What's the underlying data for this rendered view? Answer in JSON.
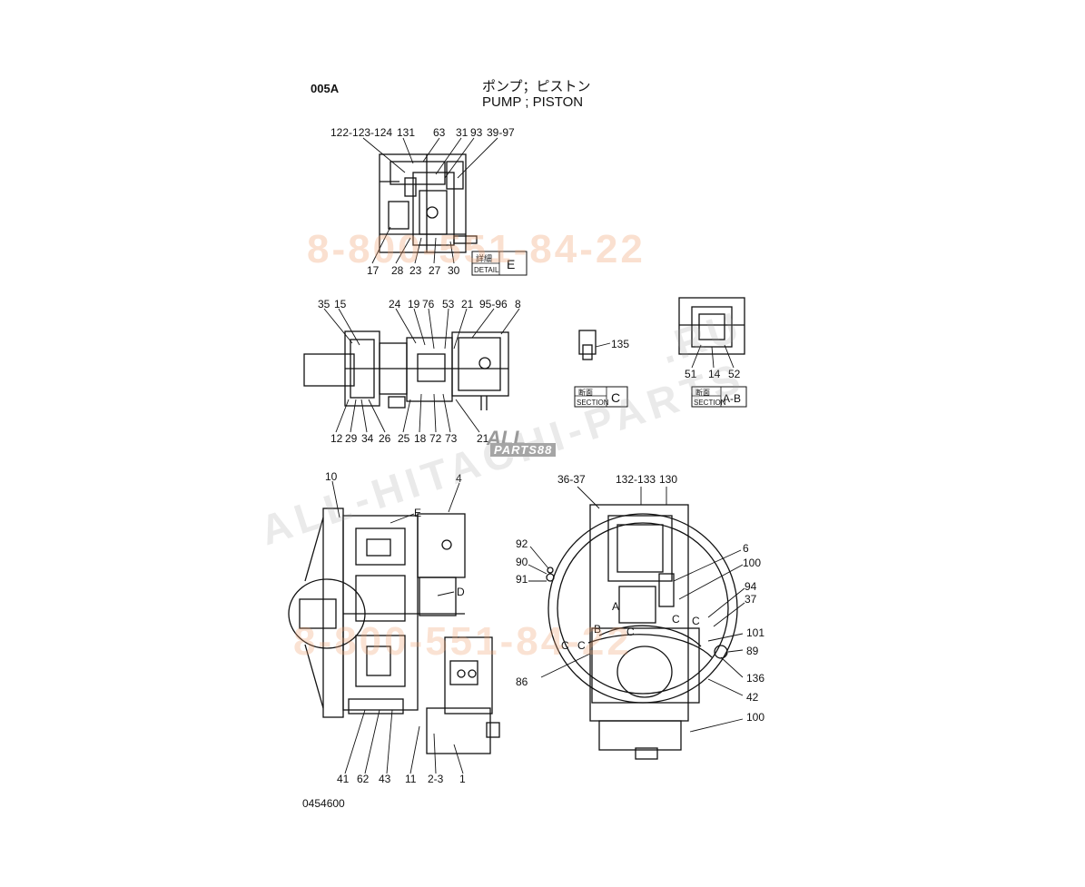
{
  "header": {
    "page_code": "005A",
    "title_jp": "ポンプ；ピストン",
    "title_en": "PUMP ; PISTON"
  },
  "drawing_number": "0454600",
  "watermarks": {
    "phone": "8-800-551-84-22",
    "site": "ALL-HITACHI-PARTS",
    ".ru": ".RU",
    "logo_top": "ALL",
    "logo_bottom": "PARTS88"
  },
  "boxes": {
    "detail_e": {
      "jp": "詳細",
      "en": "DETAIL",
      "letter": "E"
    },
    "section_c": {
      "jp": "断面",
      "en": "SECTION",
      "letter": "C"
    },
    "section_ab": {
      "jp": "断面",
      "en": "SECTION",
      "letter": "A-B"
    }
  },
  "callouts": {
    "detail_top": [
      "122-123-124",
      "131",
      "63",
      "31",
      "93",
      "39-97"
    ],
    "detail_bottom": [
      "17",
      "28",
      "23",
      "27",
      "30"
    ],
    "mid_top": [
      "35",
      "15",
      "24",
      "19",
      "76",
      "53",
      "21",
      "95-96",
      "8"
    ],
    "mid_bottom": [
      "12",
      "29",
      "34",
      "26",
      "25",
      "18",
      "72",
      "73",
      "21"
    ],
    "section_c": [
      "135"
    ],
    "section_ab": [
      "51",
      "14",
      "52"
    ],
    "side_view": [
      "10",
      "4",
      "E",
      "D",
      "41",
      "62",
      "43",
      "11",
      "2-3",
      "1"
    ],
    "front_top": [
      "36-37",
      "132-133",
      "130"
    ],
    "front_left": [
      "92",
      "90",
      "91",
      "86"
    ],
    "front_right": [
      "6",
      "100",
      "94",
      "37",
      "101",
      "89",
      "136",
      "42",
      "100"
    ],
    "front_letters": [
      "A",
      "B",
      "C",
      "C",
      "C",
      "C",
      "C"
    ]
  }
}
